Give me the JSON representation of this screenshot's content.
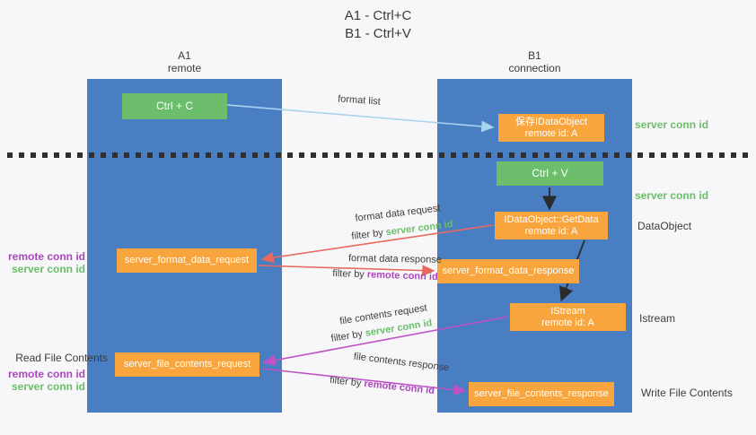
{
  "title": {
    "line1": "A1 - Ctrl+C",
    "line2": "B1 - Ctrl+V"
  },
  "lifelines": {
    "left": {
      "name": "A1",
      "role": "remote"
    },
    "right": {
      "name": "B1",
      "role": "connection"
    }
  },
  "nodes": {
    "ctrl_c": {
      "label": "Ctrl + C"
    },
    "ctrl_v": {
      "label": "Ctrl + V"
    },
    "save_dataobject": {
      "line1": "保存IDataObject",
      "line2": "remote id: A"
    },
    "getdata": {
      "line1": "IDataObject::GetData",
      "line2": "remote id: A"
    },
    "istream": {
      "line1": "IStream",
      "line2": "remote id: A"
    },
    "format_request": {
      "label": "server_format_data_request"
    },
    "format_response": {
      "label": "server_format_data_response"
    },
    "file_request": {
      "label": "server_file_contents_request"
    },
    "file_response": {
      "label": "server_file_contents_response"
    }
  },
  "arrows": {
    "format_list": {
      "label": "format list"
    },
    "format_data_request": {
      "label": "format data request",
      "filter_prefix": "filter by",
      "filter_key": "server conn id"
    },
    "format_data_response": {
      "label": "format data response",
      "filter_prefix": "filter by",
      "filter_key": "remote conn id"
    },
    "file_contents_request": {
      "label": "file contents request",
      "filter_prefix": "filter by",
      "filter_key": "server conn id"
    },
    "file_contents_response": {
      "label": "file contents response",
      "filter_prefix": "filter by",
      "filter_key": "remote conn id"
    }
  },
  "side_labels": {
    "server_conn_id_top": "server conn id",
    "server_conn_id_middle": "server conn id",
    "dataobject": "DataObject",
    "istream": "Istream",
    "write_file_contents": "Write File Contents",
    "read_file_contents": "Read File Contents",
    "left_pair_1": {
      "remote": "remote conn id",
      "server": "server conn id"
    },
    "left_pair_2": {
      "remote": "remote conn id",
      "server": "server conn id"
    }
  },
  "colors": {
    "lifeline_blue": "#4a7ec2",
    "action_green": "#6cbe6c",
    "message_orange": "#f8a53d",
    "arrow_light_blue": "#a9d3f0",
    "arrow_red": "#e8695d",
    "arrow_magenta": "#bf52c5",
    "text_green": "#6abf69",
    "text_purple": "#ab47bc",
    "text_dark": "#3d3d3d"
  }
}
